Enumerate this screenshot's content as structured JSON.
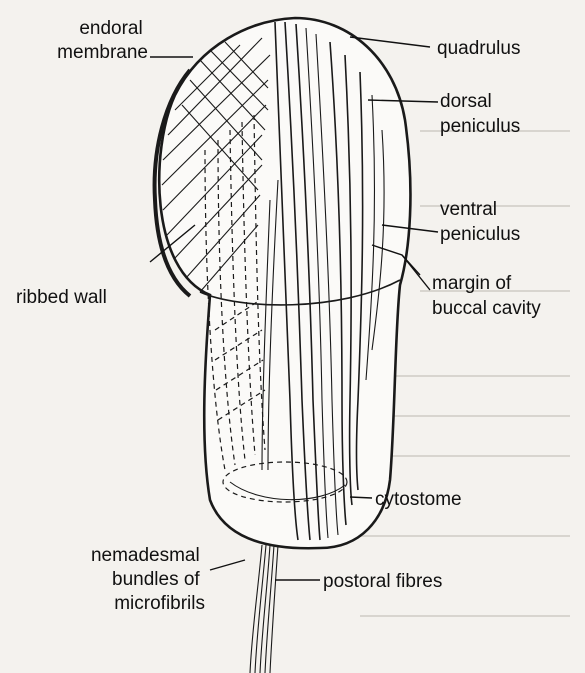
{
  "labels": {
    "endoral_membrane": [
      "endoral",
      "membrane"
    ],
    "quadrulus": [
      "quadrulus"
    ],
    "dorsal_peniculus": [
      "dorsal",
      "peniculus"
    ],
    "ventral_peniculus": [
      "ventral",
      "peniculus"
    ],
    "ribbed_wall": [
      "ribbed wall"
    ],
    "margin_of_buccal_cavity": [
      "margin of",
      "buccal cavity"
    ],
    "cytostome": [
      "cytostome"
    ],
    "nemadesmal_bundles": [
      "nemadesmal",
      "bundles of",
      "microfibrils"
    ],
    "postoral_fibres": [
      "postoral fibres"
    ]
  },
  "colors": {
    "ink": "#1a1a1a",
    "paper": "#f4f2ee"
  }
}
